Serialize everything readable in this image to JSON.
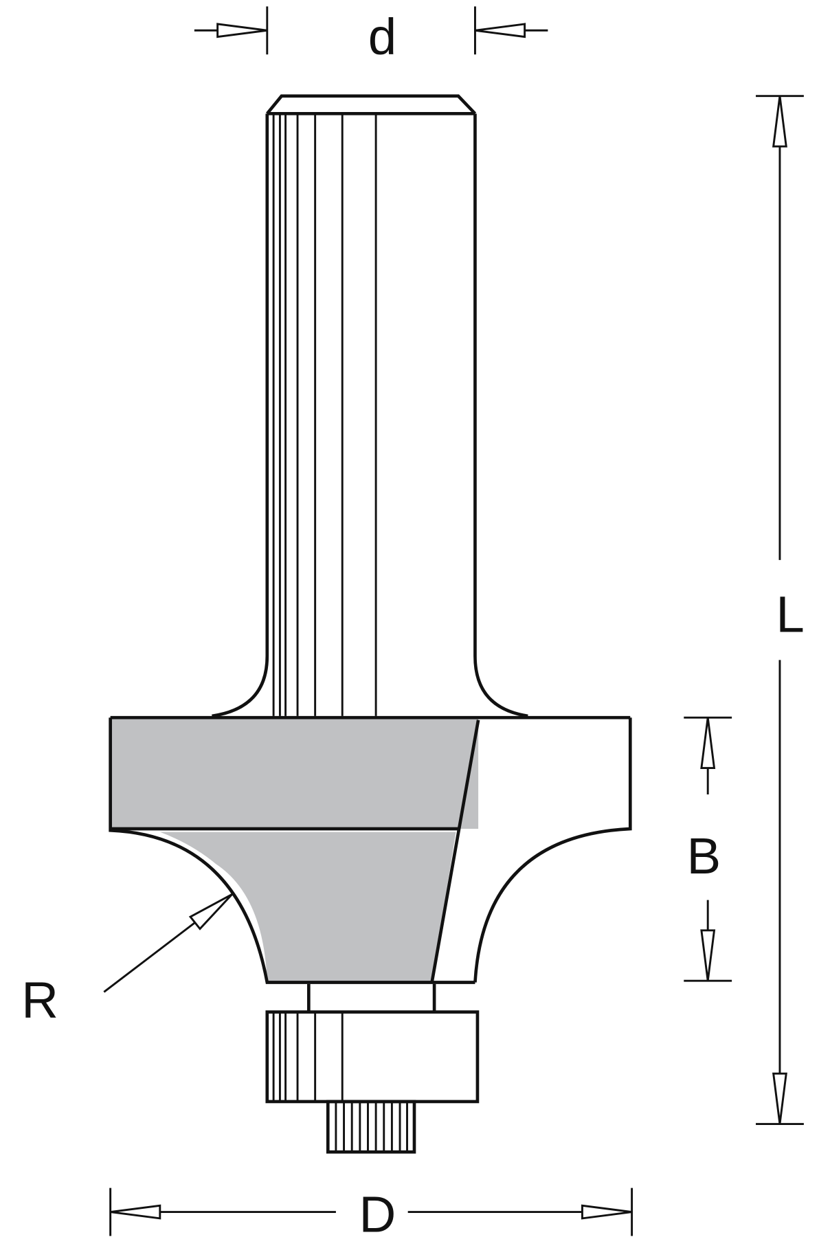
{
  "labels": {
    "shank_diameter": "d",
    "overall_length": "L",
    "cutting_height": "B",
    "radius": "R",
    "cutting_diameter": "D"
  },
  "colors": {
    "cutter_fill": "#c0c1c3",
    "line": "#111111"
  }
}
